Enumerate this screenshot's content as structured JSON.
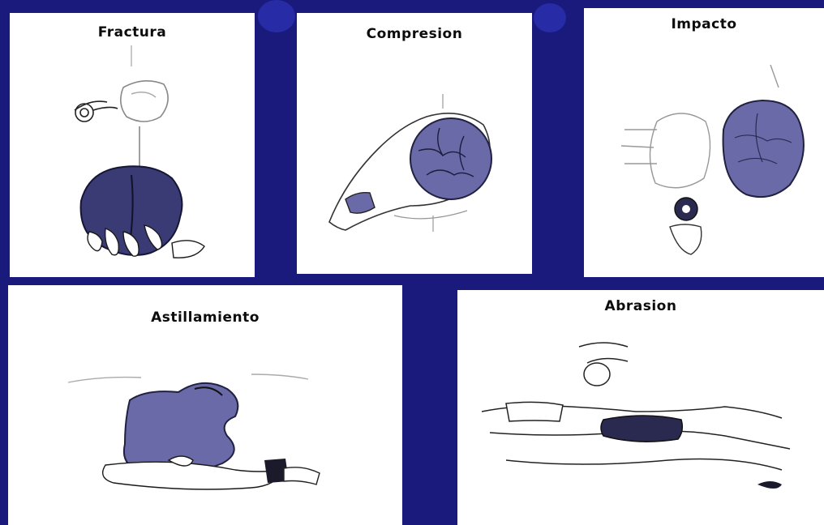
{
  "panels": [
    {
      "id": "fractura",
      "title": "Fractura",
      "illustration": "hand-gripping-stone-icon"
    },
    {
      "id": "compresion",
      "title": "Compresion",
      "illustration": "stone-compressed-on-anvil-icon"
    },
    {
      "id": "impacto",
      "title": "Impacto",
      "illustration": "stone-struck-by-hammerstone-icon"
    },
    {
      "id": "astillamiento",
      "title": "Astillamiento",
      "illustration": "hand-chipping-stone-icon"
    },
    {
      "id": "abrasion",
      "title": "Abrasion",
      "illustration": "hand-grinding-stone-icon"
    }
  ],
  "colors": {
    "background": "#191a7c",
    "panel": "#ffffff",
    "stone": "#6a6aa8",
    "stone_dark": "#3a3a74",
    "line": "#1a1a1a"
  }
}
